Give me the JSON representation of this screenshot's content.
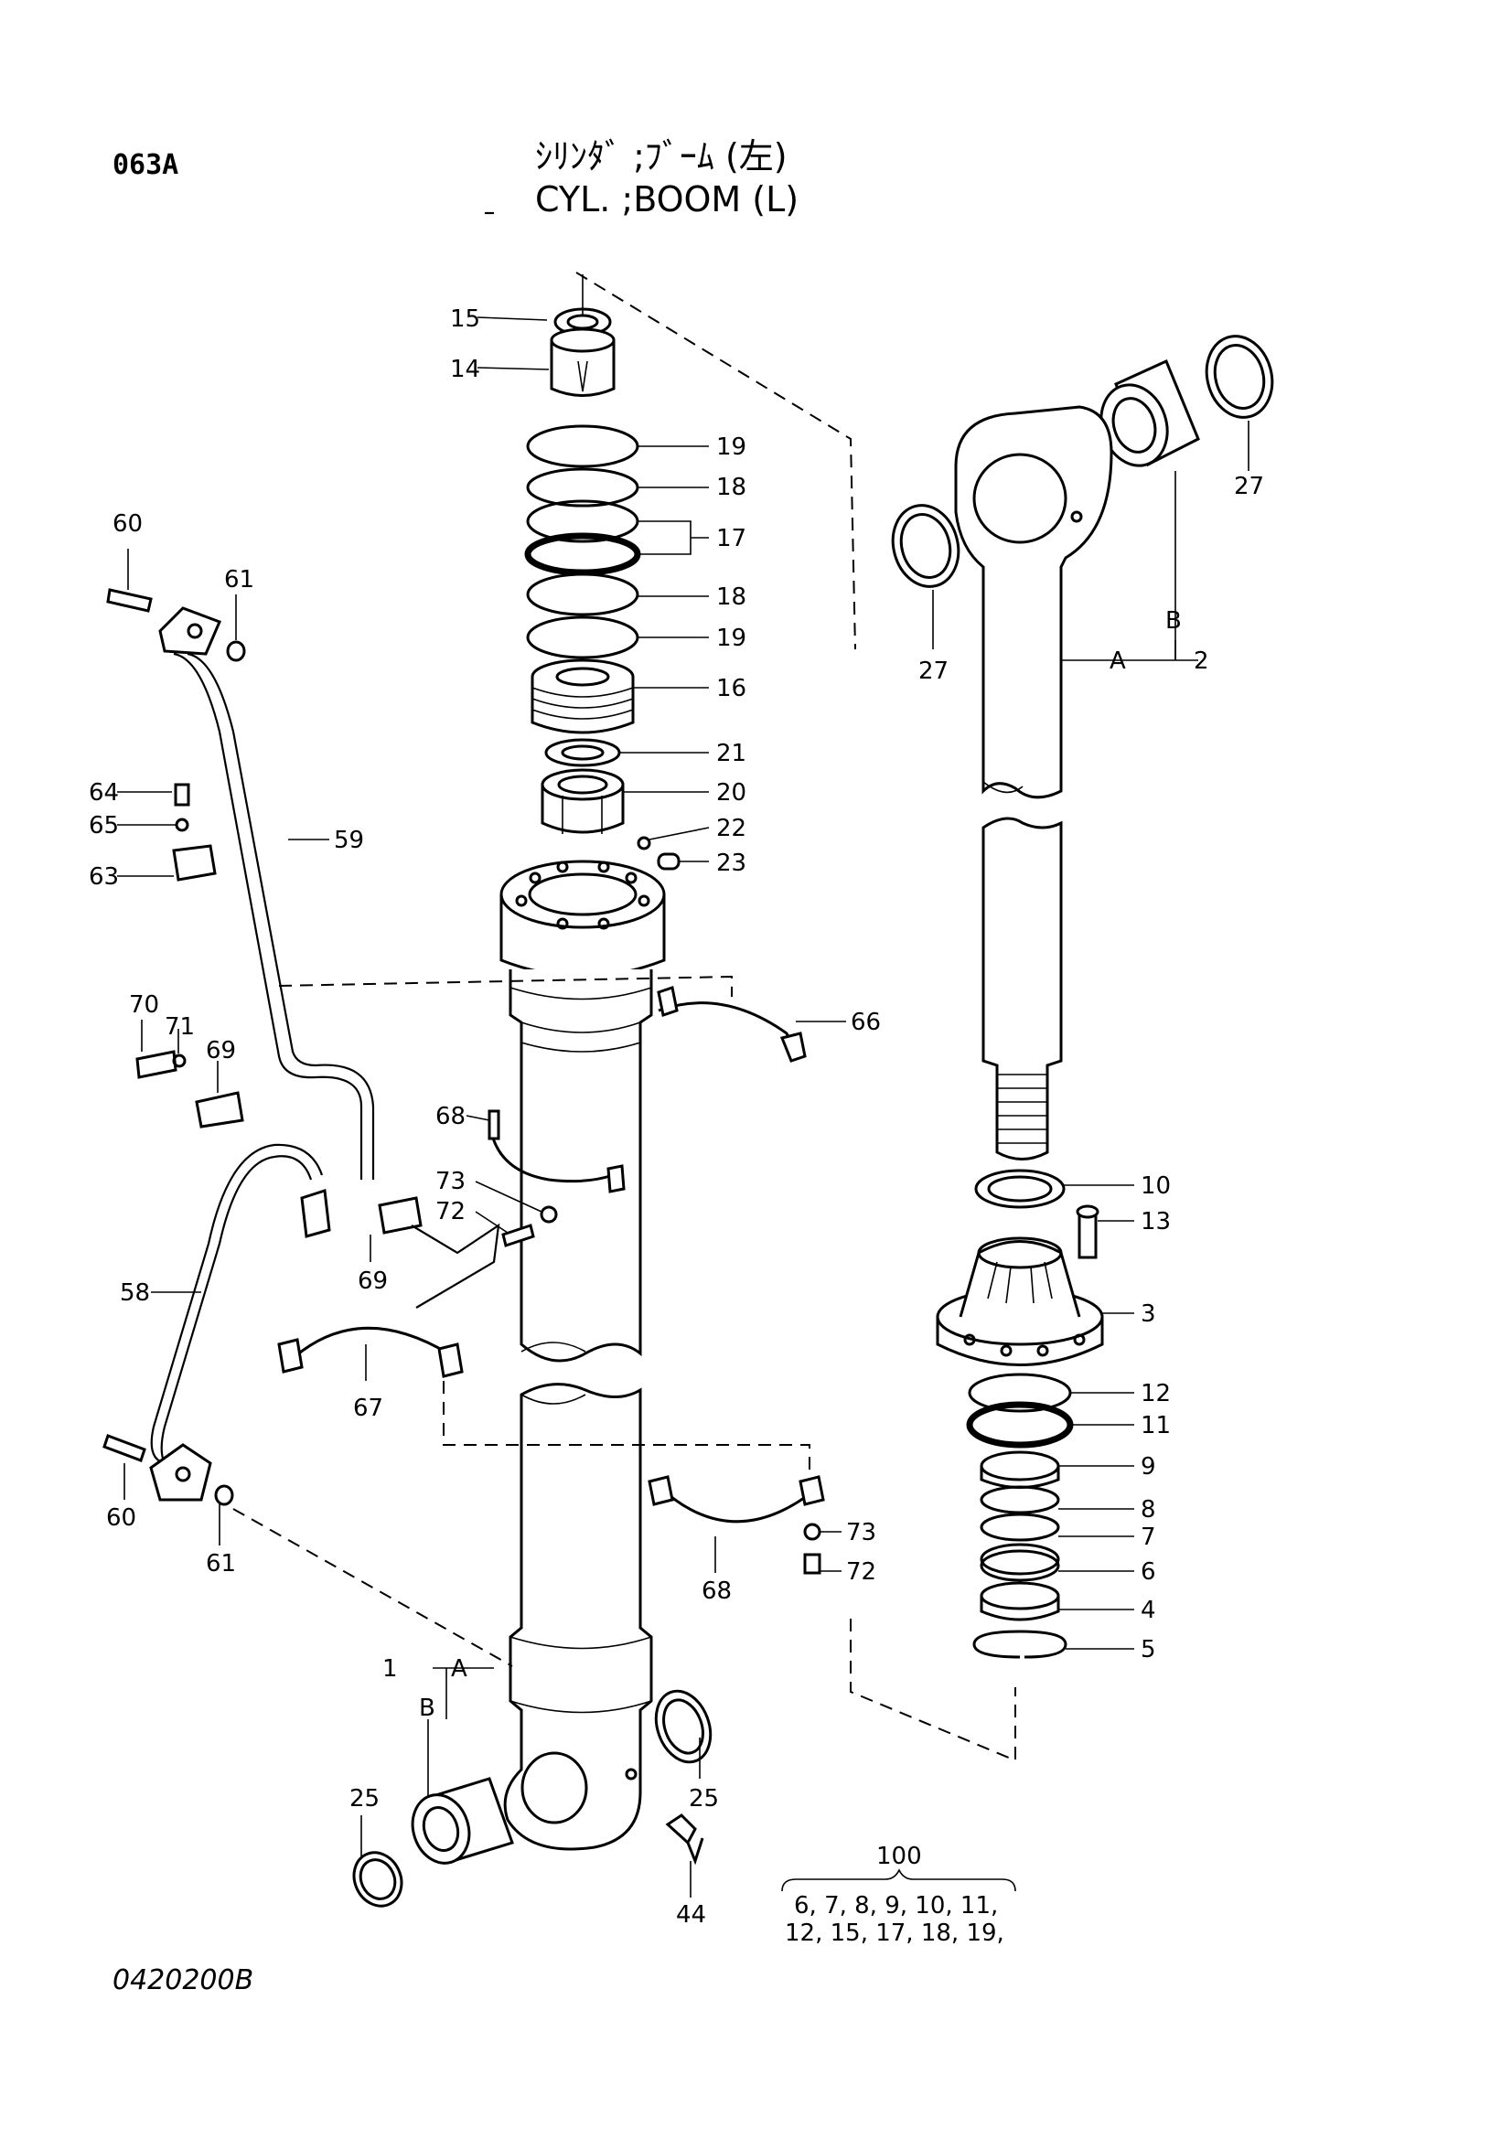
{
  "header": {
    "page_code": "063A",
    "title_jp": "ｼﾘﾝﾀﾞ ;ﾌﾞｰﾑ (左)",
    "title_en": "CYL. ;BOOM (L)",
    "drawing_no": "0420200B"
  },
  "callouts": {
    "c15": "15",
    "c14": "14",
    "c19a": "19",
    "c18a": "18",
    "c17": "17",
    "c18b": "18",
    "c19b": "19",
    "c16": "16",
    "c21": "21",
    "c20": "20",
    "c22": "22",
    "c23": "23",
    "c60a": "60",
    "c61a": "61",
    "c64": "64",
    "c65": "65",
    "c63": "63",
    "c59": "59",
    "c70": "70",
    "c71": "71",
    "c69a": "69",
    "c66": "66",
    "c68a": "68",
    "c73a": "73",
    "c72a": "72",
    "c69b": "69",
    "c58": "58",
    "c67": "67",
    "c60b": "60",
    "c61b": "61",
    "c68b": "68",
    "c73b": "73",
    "c72b": "72",
    "c1": "1",
    "cA1": "A",
    "cB1": "B",
    "c25a": "25",
    "c25b": "25",
    "c44": "44",
    "c27a": "27",
    "c27b": "27",
    "cB2": "B",
    "cA2": "A",
    "c2": "2",
    "c10": "10",
    "c13": "13",
    "c3": "3",
    "c12": "12",
    "c11": "11",
    "c9": "9",
    "c8": "8",
    "c7": "7",
    "c6": "6",
    "c4": "4",
    "c5": "5"
  },
  "kit": {
    "number": "100",
    "line1": "6, 7, 8, 9, 10, 11,",
    "line2": "12, 15, 17, 18, 19,"
  }
}
